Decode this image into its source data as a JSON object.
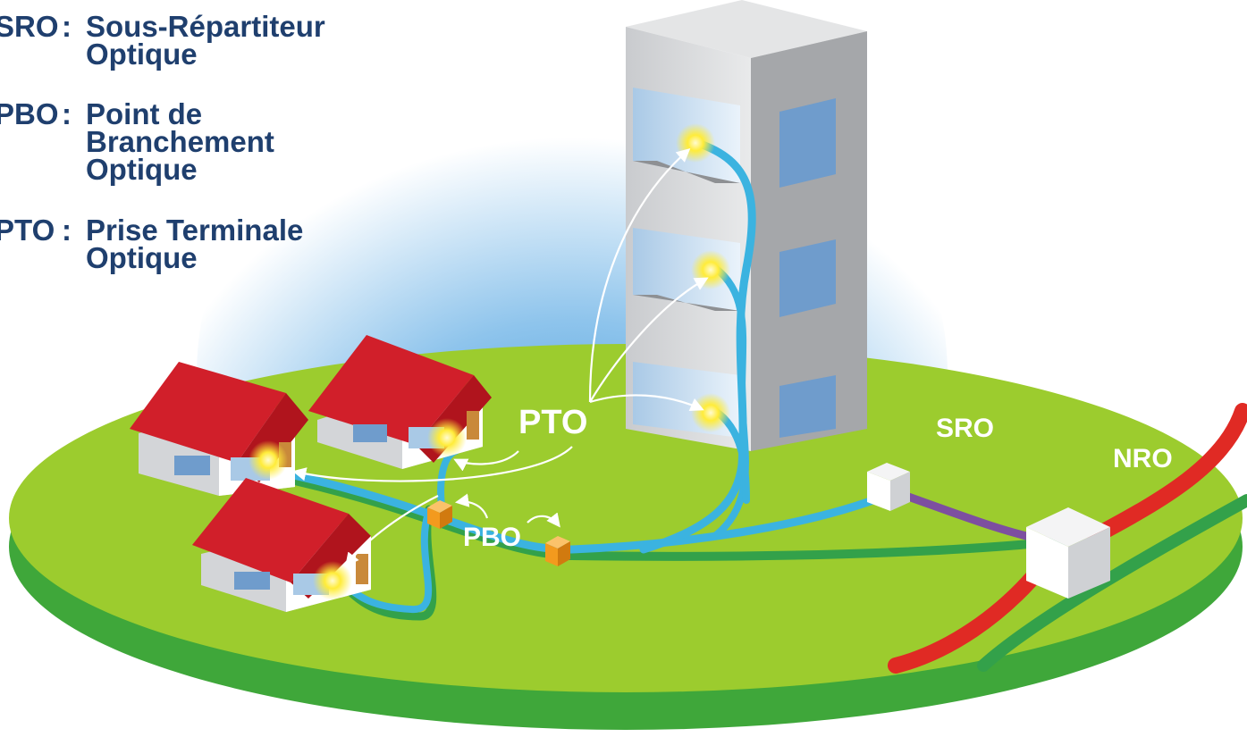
{
  "legend": [
    {
      "abbr": "SRO",
      "sep": ":",
      "lines": [
        "Sous-Répartiteur",
        "Optique"
      ]
    },
    {
      "abbr": "PBO",
      "sep": ":",
      "lines": [
        "Point de",
        "Branchement",
        "Optique"
      ]
    },
    {
      "abbr": "PTO",
      "sep": ":",
      "lines": [
        "Prise Terminale",
        "Optique"
      ]
    }
  ],
  "labels": {
    "pto": "PTO",
    "pbo": "PBO",
    "sro": "SRO",
    "nro": "NRO"
  },
  "colors": {
    "legend_text": "#1f3f6e",
    "ground_top": "#9ccc2e",
    "ground_side": "#3fa73a",
    "roof": "#d11f2a",
    "fiber_blue": "#3bb3e0",
    "fiber_green": "#33a14a",
    "fiber_purple": "#7d4fa0",
    "nro_red": "#e02a24",
    "pbo_orange": "#f39a1e",
    "sky_blue": "#2f8fd4"
  }
}
